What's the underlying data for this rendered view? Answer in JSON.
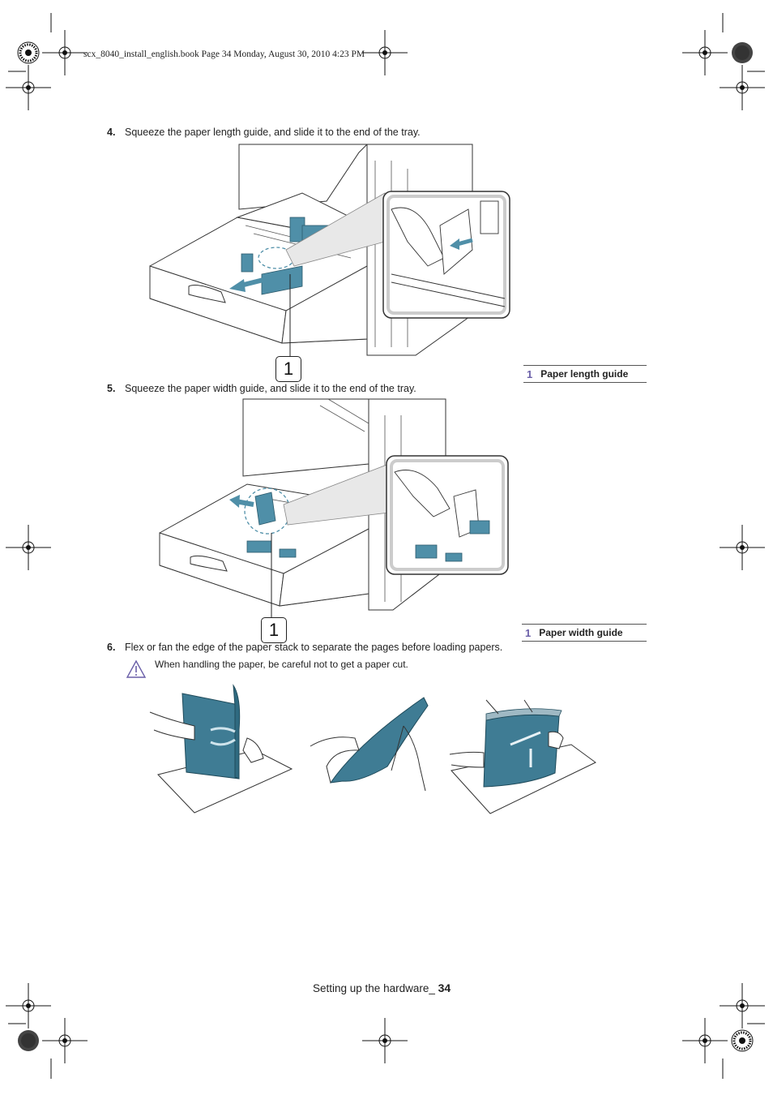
{
  "header": {
    "file_info": "scx_8040_install_english.book  Page 34  Monday, August 30, 2010  4:23 PM"
  },
  "steps": [
    {
      "num": "4.",
      "text": "Squeeze the paper length guide, and slide it to the end of the tray."
    },
    {
      "num": "5.",
      "text": "Squeeze the paper width guide, and slide it to the end of the tray."
    },
    {
      "num": "6.",
      "text": "Flex or fan the edge of the paper stack to separate the pages before loading papers."
    }
  ],
  "figures": [
    {
      "callout": "1",
      "legend_num": "1",
      "legend_label": "Paper length guide"
    },
    {
      "callout": "1",
      "legend_num": "1",
      "legend_label": "Paper width guide"
    }
  ],
  "caution": {
    "text": "When handling the paper, be careful not to get a paper cut."
  },
  "footer": {
    "section": "Setting up the hardware_",
    "page": "34"
  },
  "colors": {
    "accent_blue": "#4f8fa8",
    "legend_number": "#6a5fa8",
    "ink": "#222222"
  }
}
